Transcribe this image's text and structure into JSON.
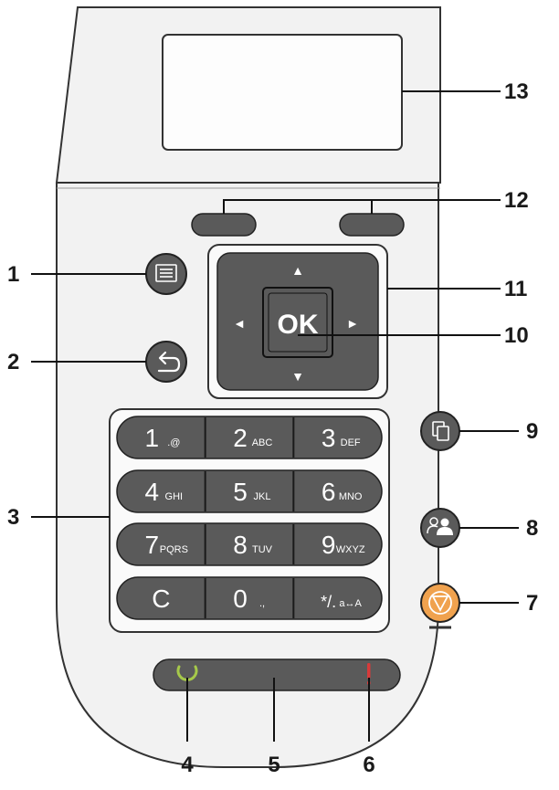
{
  "callouts": [
    "1",
    "2",
    "3",
    "4",
    "5",
    "6",
    "7",
    "8",
    "9",
    "10",
    "11",
    "12",
    "13"
  ],
  "dpad": {
    "ok": "OK",
    "up": "▲",
    "down": "▼",
    "left": "◄",
    "right": "►"
  },
  "keypad": [
    [
      {
        "main": "1",
        "sub": ".@"
      },
      {
        "main": "2",
        "sub": "ABC"
      },
      {
        "main": "3",
        "sub": "DEF"
      }
    ],
    [
      {
        "main": "4",
        "sub": "GHI"
      },
      {
        "main": "5",
        "sub": "JKL"
      },
      {
        "main": "6",
        "sub": "MNO"
      }
    ],
    [
      {
        "main": "7",
        "sub": "PQRS"
      },
      {
        "main": "8",
        "sub": "TUV"
      },
      {
        "main": "9",
        "sub": "WXYZ"
      }
    ],
    [
      {
        "main": "C",
        "sub": ""
      },
      {
        "main": "0",
        "sub": ".,"
      },
      {
        "main": "*/.",
        "sub": "a↔A"
      }
    ]
  ],
  "icons": {
    "menu": "menu-icon",
    "back": "back-arrow-icon",
    "copy": "copy-icon",
    "user": "user-login-icon",
    "stop": "stop-icon",
    "ready": "ready-indicator-icon",
    "sleep": "sleep-indicator-icon",
    "attention": "attention-indicator-icon"
  },
  "colors": {
    "panel_fill": "#f0f0f0",
    "button_dark": "#5a5a5a",
    "button_outline": "#222222",
    "stop_orange": "#f0a24e",
    "ready_green": "#a6c94a",
    "attention_red": "#d83a3a"
  }
}
